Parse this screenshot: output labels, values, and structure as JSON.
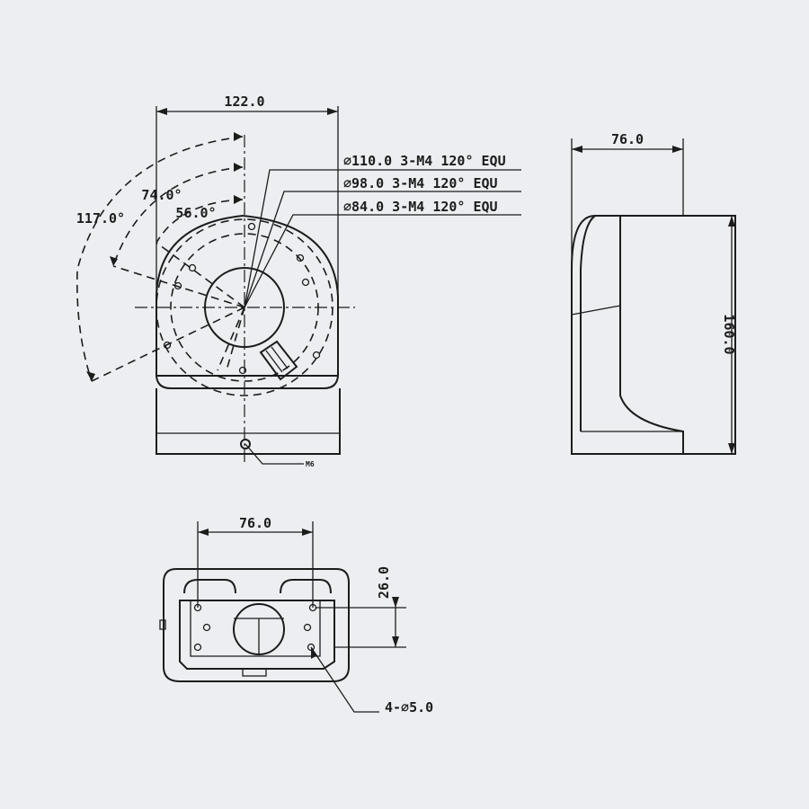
{
  "front_view": {
    "width_dim": "122.0",
    "angle_large": "117.0°",
    "angle_mid": "74.0°",
    "angle_small": "56.0°",
    "hole_spec_1": "∅110.0  3-M4 120° EQU",
    "hole_spec_2": "∅98.0  3-M4 120° EQU",
    "hole_spec_3": "∅84.0  3-M4 120° EQU",
    "screw_label": "M6"
  },
  "side_view": {
    "depth_dim": "76.0",
    "height_dim": "160.0"
  },
  "bottom_view": {
    "hole_spacing_dim": "76.0",
    "offset_dim": "26.0",
    "holes_label": "4-∅5.0"
  }
}
